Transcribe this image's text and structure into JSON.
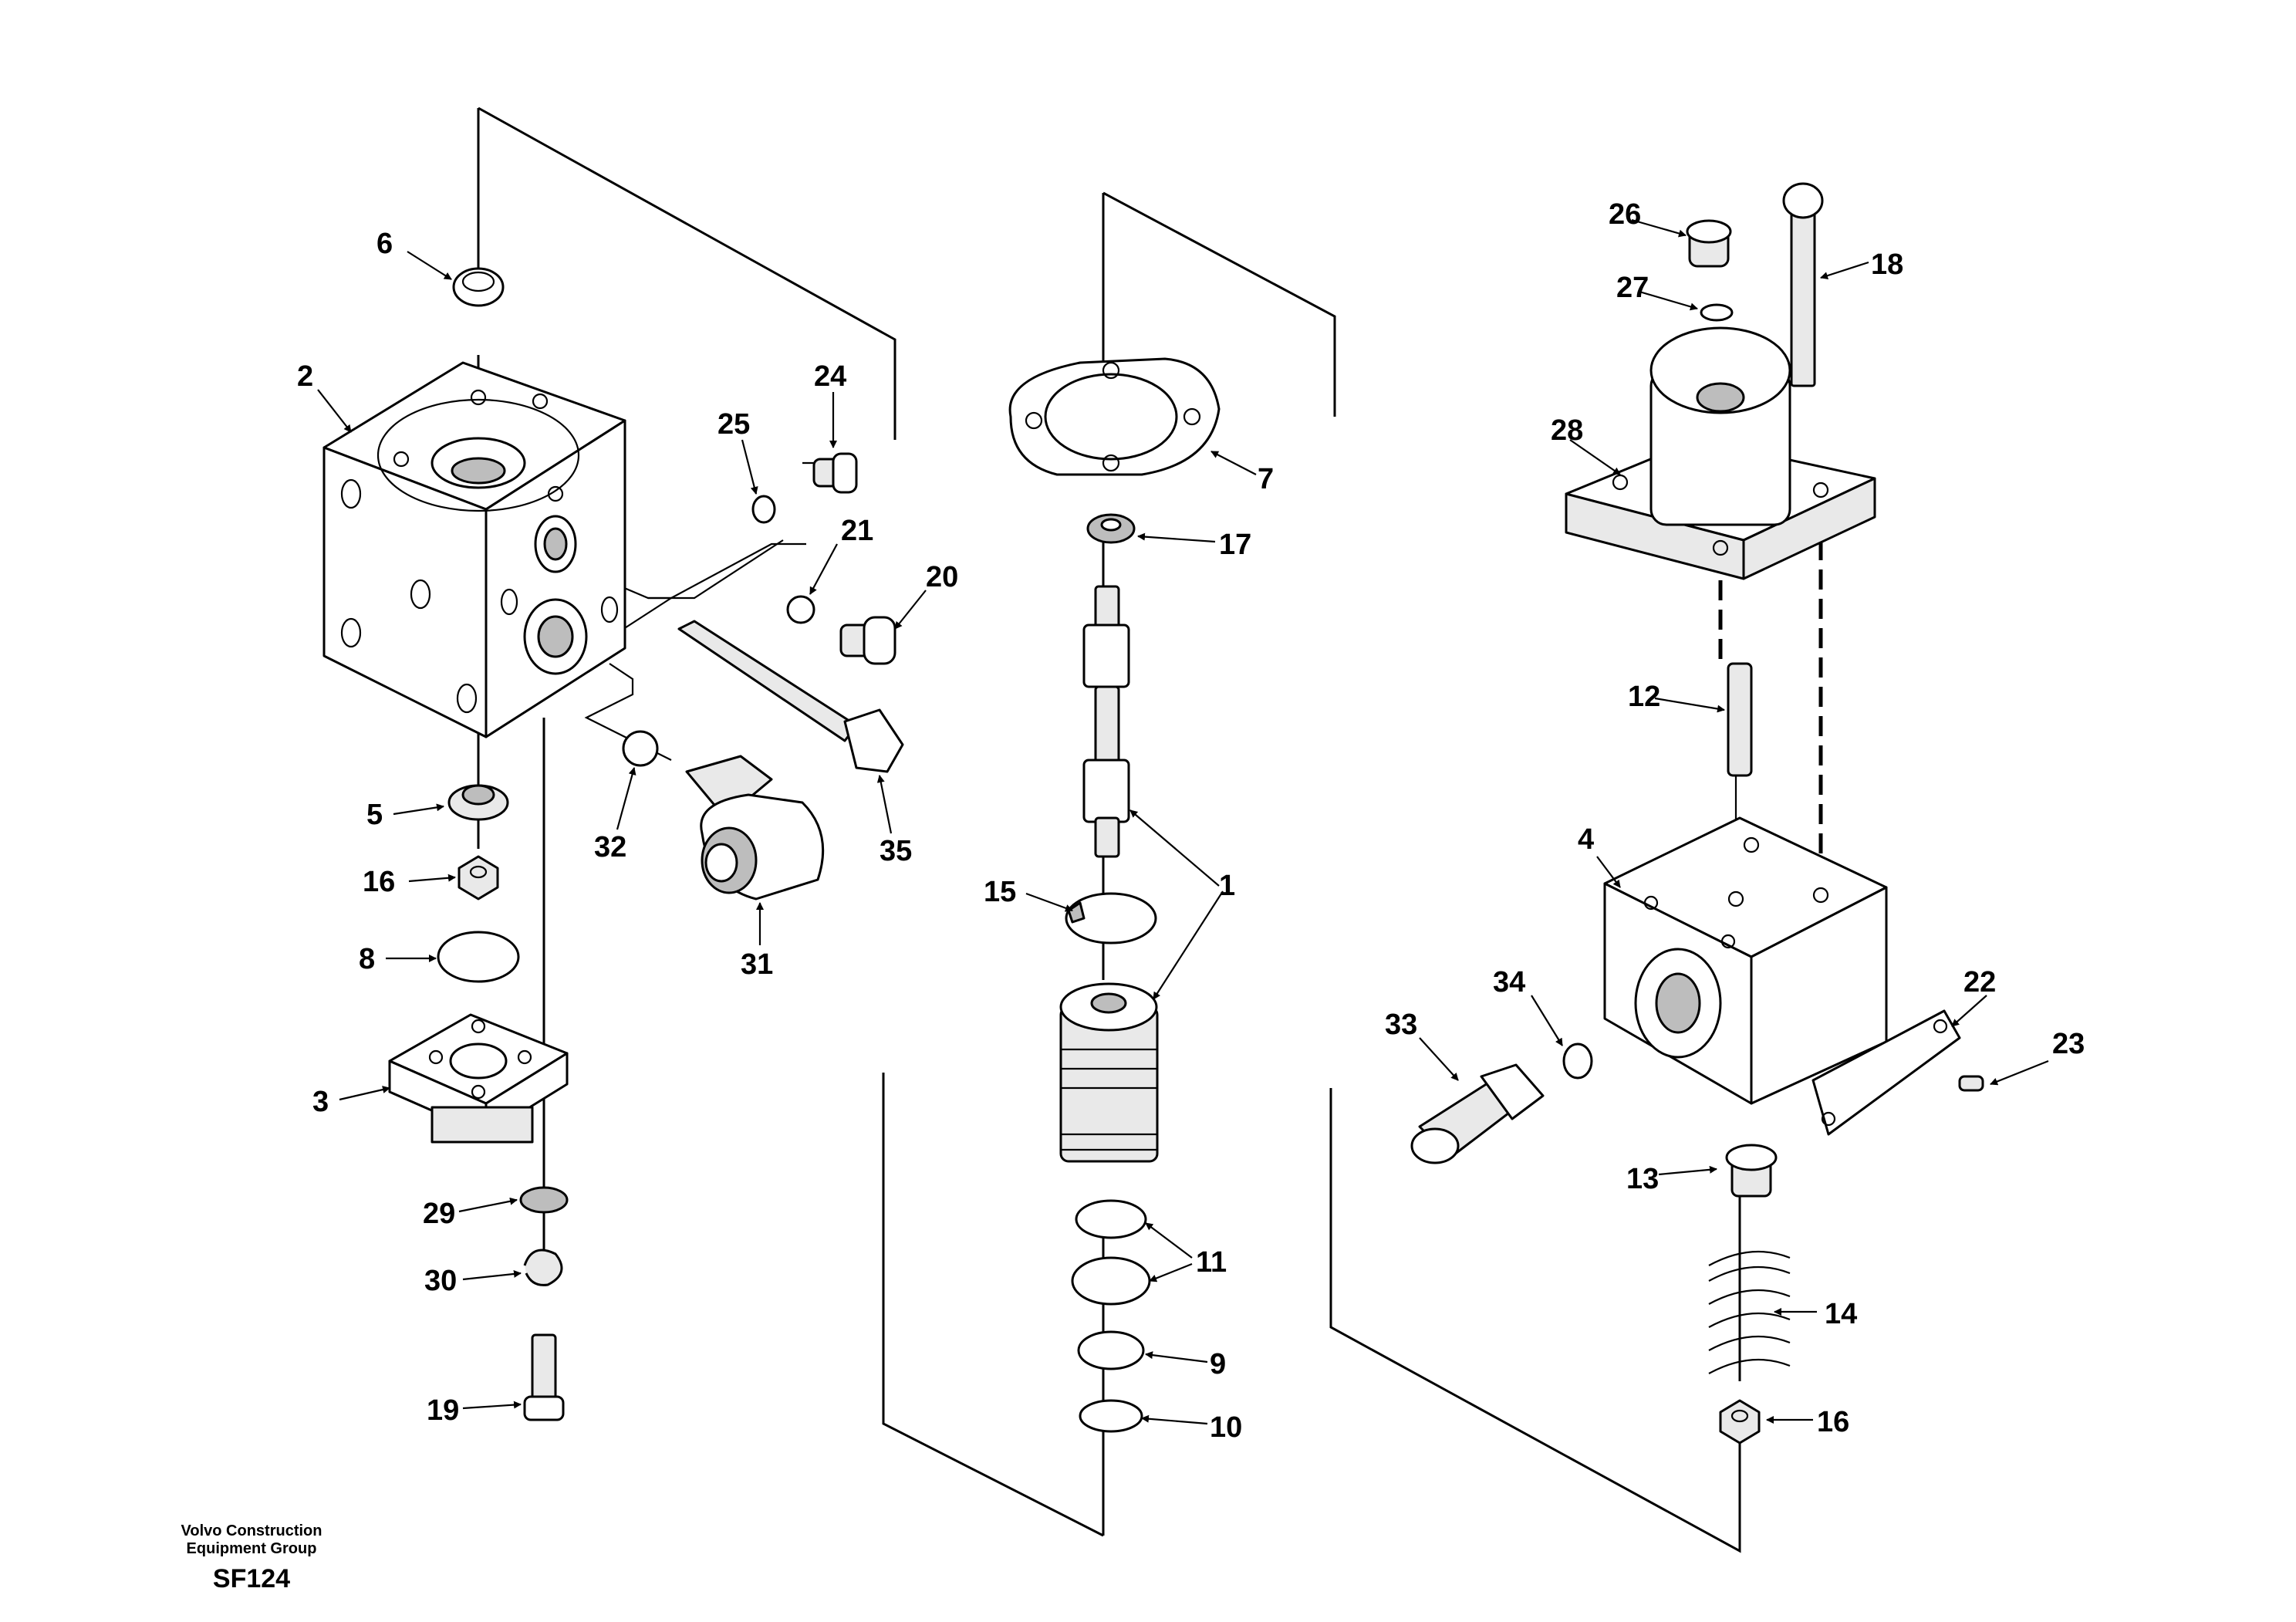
{
  "callouts": {
    "n1": "1",
    "n2": "2",
    "n3": "3",
    "n4": "4",
    "n5": "5",
    "n6": "6",
    "n7": "7",
    "n8": "8",
    "n9": "9",
    "n10": "10",
    "n11": "11",
    "n12": "12",
    "n13": "13",
    "n14": "14",
    "n15": "15",
    "n16a": "16",
    "n16b": "16",
    "n17": "17",
    "n18": "18",
    "n19": "19",
    "n20": "20",
    "n21": "21",
    "n22": "22",
    "n23": "23",
    "n24": "24",
    "n25": "25",
    "n26": "26",
    "n27": "27",
    "n28": "28",
    "n29": "29",
    "n30": "30",
    "n31": "31",
    "n32": "32",
    "n33": "33",
    "n34": "34",
    "n35": "35"
  },
  "footer": {
    "company_line1": "Volvo Construction",
    "company_line2": "Equipment Group",
    "drawing_code": "SF124"
  }
}
